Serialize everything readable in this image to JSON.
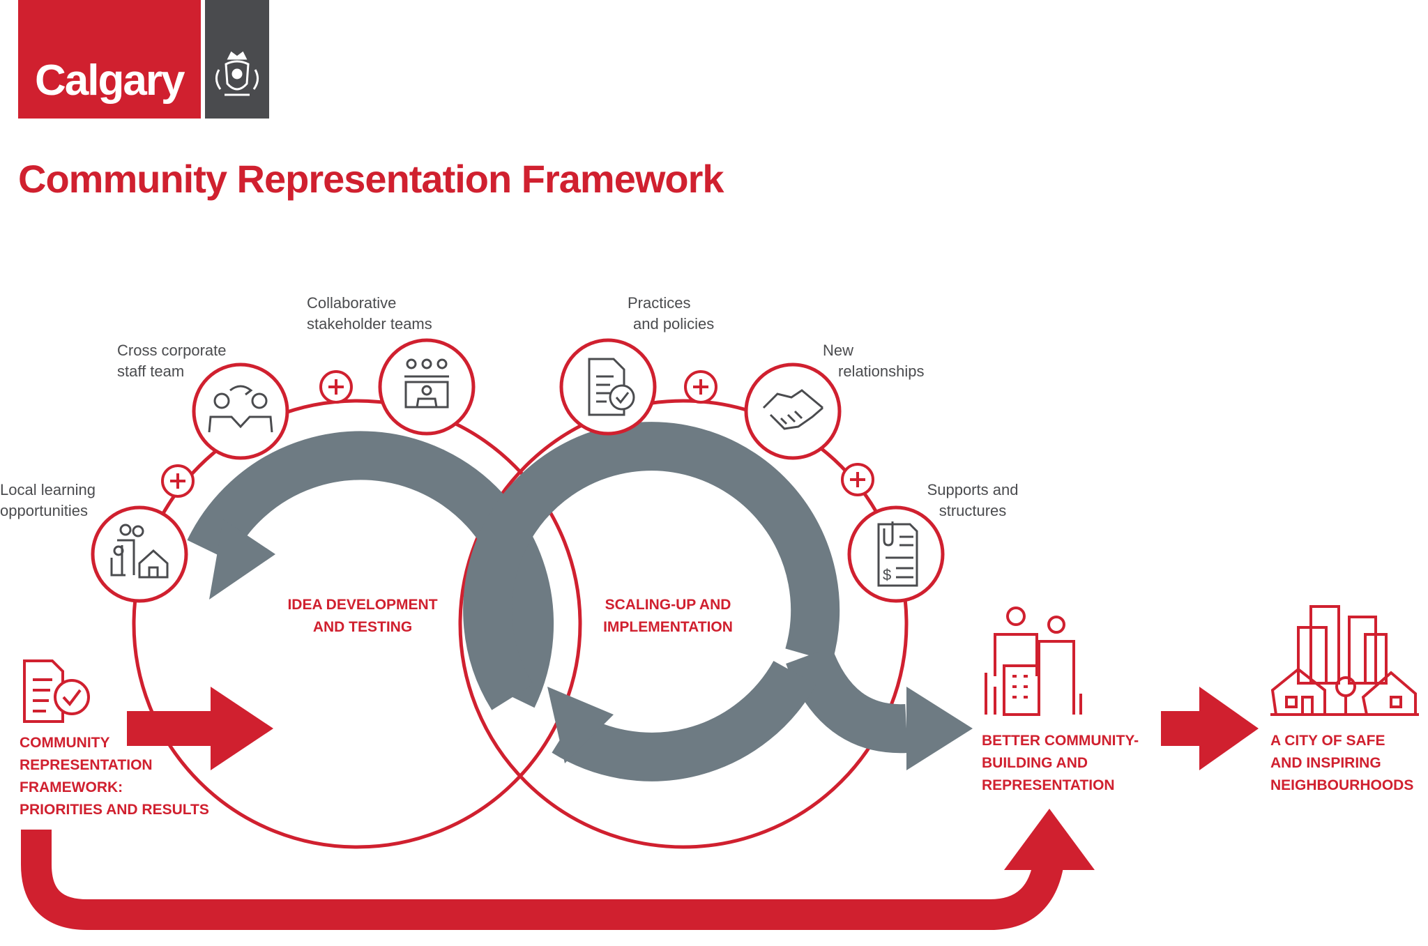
{
  "logo": {
    "text": "Calgary"
  },
  "title": "Community Representation Framework",
  "nodes": {
    "local_learning": [
      "Local learning",
      "opportunities"
    ],
    "cross_corporate": [
      "Cross corporate",
      "staff team"
    ],
    "collaborative": [
      "Collaborative",
      "stakeholder teams"
    ],
    "practices": [
      "Practices",
      "and policies"
    ],
    "new_relationships": [
      "New",
      "relationships"
    ],
    "supports": [
      "Supports and",
      "structures"
    ]
  },
  "loops": {
    "left": [
      "IDEA DEVELOPMENT",
      "AND TESTING"
    ],
    "right": [
      "SCALING-UP AND",
      "IMPLEMENTATION"
    ]
  },
  "start": [
    "COMMUNITY",
    "REPRESENTATION",
    "FRAMEWORK:",
    "PRIORITIES AND RESULTS"
  ],
  "outcome": [
    "BETTER COMMUNITY-",
    "BUILDING AND",
    "REPRESENTATION"
  ],
  "goal": [
    "A CITY OF SAFE",
    "AND INSPIRING",
    "NEIGHBOURHOODS"
  ],
  "colors": {
    "red": "#d0202f",
    "grey": "#6e7b83",
    "dark": "#4a4b4e"
  }
}
